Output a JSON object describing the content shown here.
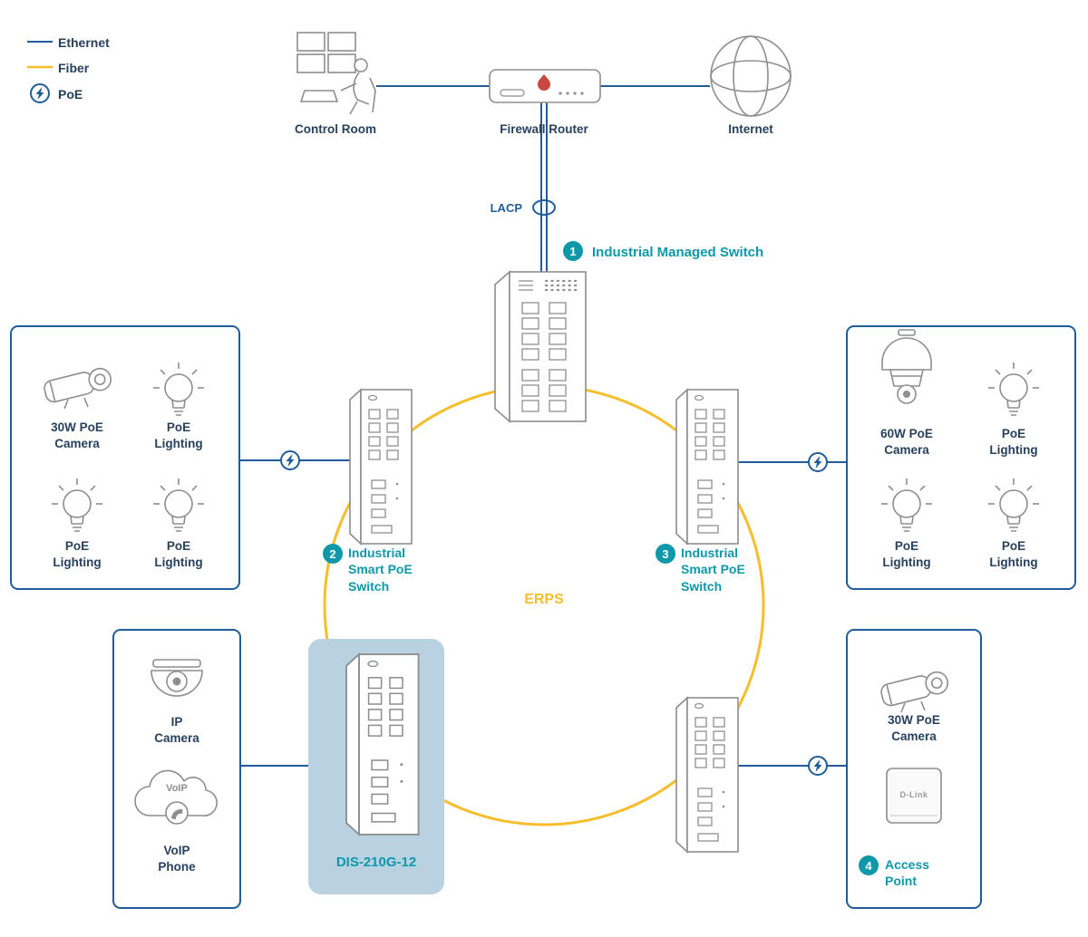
{
  "legend": {
    "ethernet": "Ethernet",
    "fiber": "Fiber",
    "poe": "PoE"
  },
  "top": {
    "control_room": "Control Room",
    "firewall": "Firewall Router",
    "internet": "Internet",
    "lacp": "LACP"
  },
  "switches": {
    "s1": {
      "num": "1",
      "label": "Industrial Managed Switch"
    },
    "s2": {
      "num": "2",
      "label": "Industrial\nSmart PoE\nSwitch"
    },
    "s3": {
      "num": "3",
      "label": "Industrial\nSmart PoE\nSwitch"
    },
    "dis": {
      "label": "DIS-210G-12"
    }
  },
  "ring": {
    "label": "ERPS"
  },
  "boxes": {
    "left": {
      "items": [
        "30W PoE\nCamera",
        "PoE\nLighting",
        "PoE\nLighting",
        "PoE\nLighting"
      ]
    },
    "right": {
      "items": [
        "60W PoE\nCamera",
        "PoE\nLighting",
        "PoE\nLighting",
        "PoE\nLighting"
      ]
    },
    "bottom_left": {
      "items": [
        "IP\nCamera",
        "VoIP\nPhone"
      ],
      "cloud_text": "VoIP"
    },
    "bottom_right": {
      "camera": "30W PoE\nCamera",
      "ap_num": "4",
      "ap_label": "Access\nPoint",
      "ap_logo": "D-Link"
    }
  },
  "colors": {
    "ethernet_blue": "#1f5c99",
    "fiber_yellow": "#f7bd2a",
    "teal": "#0e98a9",
    "navy": "#27415c",
    "device_gray": "#8e8e8e",
    "highlight": "#b9d2e2"
  }
}
